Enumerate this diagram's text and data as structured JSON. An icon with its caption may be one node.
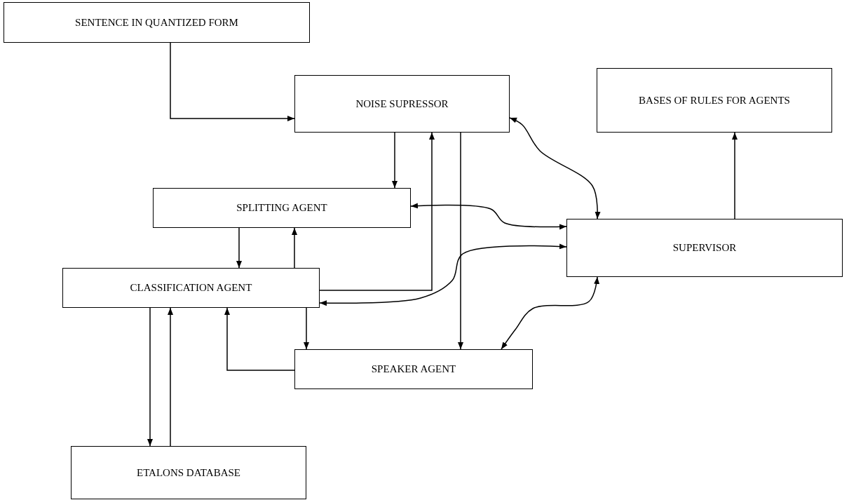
{
  "diagram": {
    "nodes": [
      {
        "text": [
          "SENTENCE IN QUANTIZED FORM"
        ]
      },
      {
        "text": [
          "NOISE SUPRESSOR"
        ]
      },
      {
        "text": [
          "BASES OF RULES FOR AGENTS"
        ]
      },
      {
        "text": [
          "SPLITTING AGENT"
        ]
      },
      {
        "text": [
          "SUPERVISOR"
        ]
      },
      {
        "text": [
          "CLASSIFICATION AGENT"
        ]
      },
      {
        "text": [
          "SPEAKER AGENT"
        ]
      },
      {
        "text": [
          "ETALONS DATABASE"
        ]
      }
    ],
    "edges": [
      {
        "from": 0,
        "to": 1,
        "arrow": "to"
      },
      {
        "from": 1,
        "to": 3,
        "arrow": "to"
      },
      {
        "from": 5,
        "to": 1,
        "arrow": "to"
      },
      {
        "from": 1,
        "to": 6,
        "arrow": "to"
      },
      {
        "from": 1,
        "to": 4,
        "arrow": "both"
      },
      {
        "from": 3,
        "to": 4,
        "arrow": "both"
      },
      {
        "from": 4,
        "to": 5,
        "arrow": "both"
      },
      {
        "from": 4,
        "to": 6,
        "arrow": "both"
      },
      {
        "from": 4,
        "to": 2,
        "arrow": "to"
      },
      {
        "from": 3,
        "to": 5,
        "arrow": "to"
      },
      {
        "from": 5,
        "to": 3,
        "arrow": "to"
      },
      {
        "from": 5,
        "to": 6,
        "arrow": "to"
      },
      {
        "from": 6,
        "to": 5,
        "arrow": "to"
      },
      {
        "from": 5,
        "to": 7,
        "arrow": "to"
      },
      {
        "from": 7,
        "to": 5,
        "arrow": "to"
      }
    ]
  }
}
